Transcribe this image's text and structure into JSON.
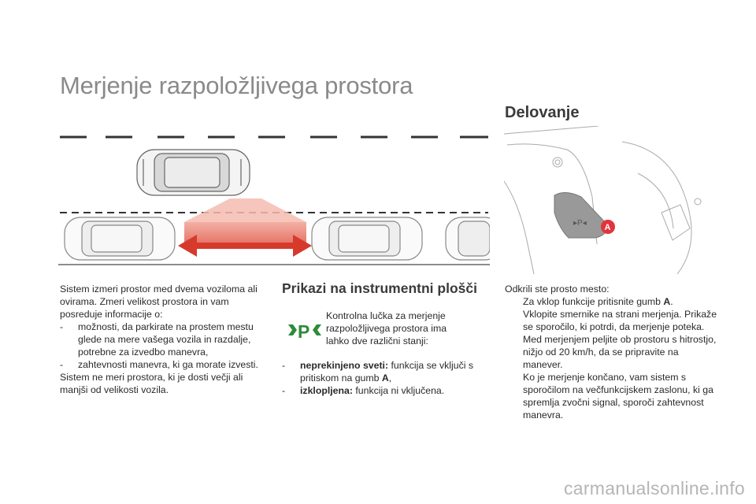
{
  "page": {
    "title": "Merjenje razpoložljivega prostora",
    "watermark": "carmanualsonline.info"
  },
  "section_delovanje": {
    "heading": "Delovanje"
  },
  "section_prikazi": {
    "heading": "Prikazi na instrumentni plošči"
  },
  "intro_column": {
    "para1": "Sistem izmeri prostor med dvema voziloma ali ovirama. Zmeri velikost prostora in vam posreduje informacije o:",
    "items": [
      "možnosti, da parkirate na prostem mestu glede na mere vašega vozila in razdalje, potrebne za izvedbo manevra,",
      "zahtevnosti manevra, ki ga morate izvesti."
    ],
    "para2": "Sistem ne meri prostora, ki je dosti večji ali manjši od velikosti vozila."
  },
  "display_column": {
    "icon_name": "parking-space-measure-indicator-icon",
    "icon_color": "#2e8b3a",
    "intro": "Kontrolna lučka za merjenje razpoložljivega prostora ima lahko dve različni stanji:",
    "states": [
      {
        "term": "neprekinjeno sveti:",
        "text": "funkcija se vključi s pritiskom na gumb ",
        "key": "A",
        "end": ","
      },
      {
        "term": "izklopljena:",
        "text": "funkcija ni vključena.",
        "key": "",
        "end": ""
      }
    ]
  },
  "operation_column": {
    "lead": "Odkrili ste prosto mesto:",
    "bullet_symbol": "",
    "steps": [
      {
        "text": "Za vklop funkcije pritisnite gumb ",
        "key": "A",
        "end": "."
      },
      {
        "text": "Vklopite smernike na strani merjenja. Prikaže se sporočilo, ki potrdi, da merjenje poteka.",
        "key": "",
        "end": ""
      },
      {
        "text": "Med merjenjem peljite ob prostoru s hitrostjo, nižjo od 20 km/h, da se pripravite na manever.",
        "key": "",
        "end": ""
      },
      {
        "text": "Ko je merjenje končano, vam sistem s sporočilom na večfunkcijskem zaslonu, ki ga spremlja zvočni signal, sporoči zahtevnost manevra.",
        "key": "",
        "end": ""
      }
    ]
  },
  "illustrations": {
    "parking": {
      "button_label": ""
    },
    "cockpit": {
      "button_label": "A",
      "button_color": "#e2343b"
    }
  }
}
